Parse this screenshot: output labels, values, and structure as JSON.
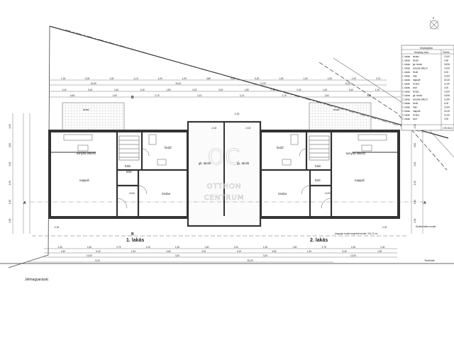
{
  "dimensions": {
    "top_rows": [
      [
        "1,15",
        "5,00",
        "1,00",
        "1,10",
        "1,00",
        "1,00",
        "3,80",
        "3,26",
        "5,20",
        "1,00",
        "1,00",
        "1,00",
        "1,00",
        "2,74"
      ],
      [
        "16,50",
        "30,40",
        "12,00",
        "12,00"
      ],
      [
        "1,15",
        "5,40",
        "2,40",
        "2,40",
        "1,80",
        "3,15",
        "3,15",
        "1,80",
        "2,40",
        "2,40",
        "1,00",
        "5,40",
        "1,15"
      ],
      [
        "4,65",
        "1,50",
        "2,75",
        "2,13",
        "2,13",
        "2,75",
        "1,50",
        "4,65"
      ]
    ],
    "bottom_rows": [
      [
        "2,40",
        "1,50",
        "2,75",
        "1,20",
        "1,25",
        "1,00",
        "1,00",
        "1,25",
        "1,00",
        "2,75",
        "1,50",
        "2,40"
      ],
      [
        "1,50",
        "5,40",
        "1,90",
        "3,80",
        "3,15",
        "3,19",
        "3,80",
        "1,90",
        "5,40",
        "1,50"
      ],
      [
        "12,00",
        "3,20",
        "3,20",
        "12,00"
      ],
      [
        "5,00",
        "30,40"
      ]
    ],
    "left": [
      "1,50",
      "2,00",
      "3,90",
      "2,50",
      "1,50",
      "4,00"
    ],
    "right": [
      "1,50",
      "2,00",
      "2,50",
      "2,50",
      "1,50",
      "2,50"
    ]
  },
  "labels": {
    "unit1": "1. lakás",
    "unit2": "2. lakás",
    "terasz": "terasz",
    "konyha": "konyha étkező",
    "nappali": "nappali",
    "furdo": "fürdő",
    "halo": "háló",
    "kozl": "közl.",
    "szoba": "Szoba",
    "garage": "gk. tároló",
    "floor_area": "Alaprajzi bruttó beépített terület: 231,70 m²",
    "setback": "Építési határ vonala",
    "lot_line": "Telekhatár",
    "legend": "Jelmagyarázat:",
    "section_a": "A",
    "section_b": "B",
    "level_a": "-0,30",
    "level_b": "-0,02",
    "level_c": "±0,00",
    "north": "É"
  },
  "room_table": {
    "title": "Helyiséglista",
    "headers": [
      "Helyiség neve:",
      "Terület"
    ],
    "rows": [
      [
        "1. lakás",
        "terasz",
        "13,00"
      ],
      [
        "1. lakás",
        "tároló",
        "4,36"
      ],
      [
        "1. lakás",
        "gk. tároló",
        "18,96"
      ],
      [
        "1. lakás",
        "konyha étkező",
        "12,60"
      ],
      [
        "1. lakás",
        "fürdő",
        "6,00"
      ],
      [
        "1. lakás",
        "háló",
        "10,60"
      ],
      [
        "1. lakás",
        "nappali",
        "24,30"
      ],
      [
        "1. lakás",
        "Szoba",
        "11,60"
      ],
      [
        "1. lakás",
        "közl.",
        "3,00"
      ],
      [
        "2. lakás",
        "terasz",
        "13,00"
      ],
      [
        "2. lakás",
        "gk. tároló",
        "18,96"
      ],
      [
        "2. lakás",
        "konyha étkező",
        "12,60"
      ],
      [
        "2. lakás",
        "fürdő",
        "6,00"
      ],
      [
        "2. lakás",
        "háló",
        "10,60"
      ],
      [
        "2. lakás",
        "nappali",
        "24,30"
      ],
      [
        "2. lakás",
        "Szoba",
        "11,60"
      ],
      [
        "2. lakás",
        "közl.",
        "3,00"
      ]
    ],
    "total": "178,36 m²"
  },
  "watermark": {
    "logo": "OC",
    "line1": "OTTHON",
    "line2": "CENTRUM"
  }
}
